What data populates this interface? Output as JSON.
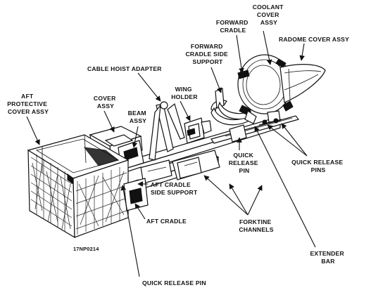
{
  "labels": {
    "coolant_cover_assy": [
      "COOLANT",
      "COVER",
      "ASSY"
    ],
    "forward_cradle": [
      "FORWARD",
      "CRADLE"
    ],
    "radome_cover_assy": "RADOME COVER ASSY",
    "forward_cradle_side_support": [
      "FORWARD",
      "CRADLE SIDE",
      "SUPPORT"
    ],
    "cable_hoist_adapter": "CABLE HOIST ADAPTER",
    "aft_protective_cover_assy": [
      "AFT",
      "PROTECTIVE",
      "COVER ASSY"
    ],
    "cover_assy": [
      "COVER",
      "ASSY"
    ],
    "wing_holder": [
      "WING",
      "HOLDER"
    ],
    "beam_assy": [
      "BEAM",
      "ASSY"
    ],
    "quick_release_pin_mid": [
      "QUICK",
      "RELEASE",
      "PIN"
    ],
    "quick_release_pins": [
      "QUICK RELEASE",
      "PINS"
    ],
    "aft_cradle_side_support": [
      "AFT CRADLE",
      "SIDE SUPPORT"
    ],
    "forktine_channels": [
      "FORKTINE",
      "CHANNELS"
    ],
    "aft_cradle": "AFT CRADLE",
    "extender_bar": [
      "EXTENDER",
      "BAR"
    ],
    "quick_release_pin_bottom": "QUICK RELEASE PIN",
    "figure_number": "17NP0214"
  }
}
